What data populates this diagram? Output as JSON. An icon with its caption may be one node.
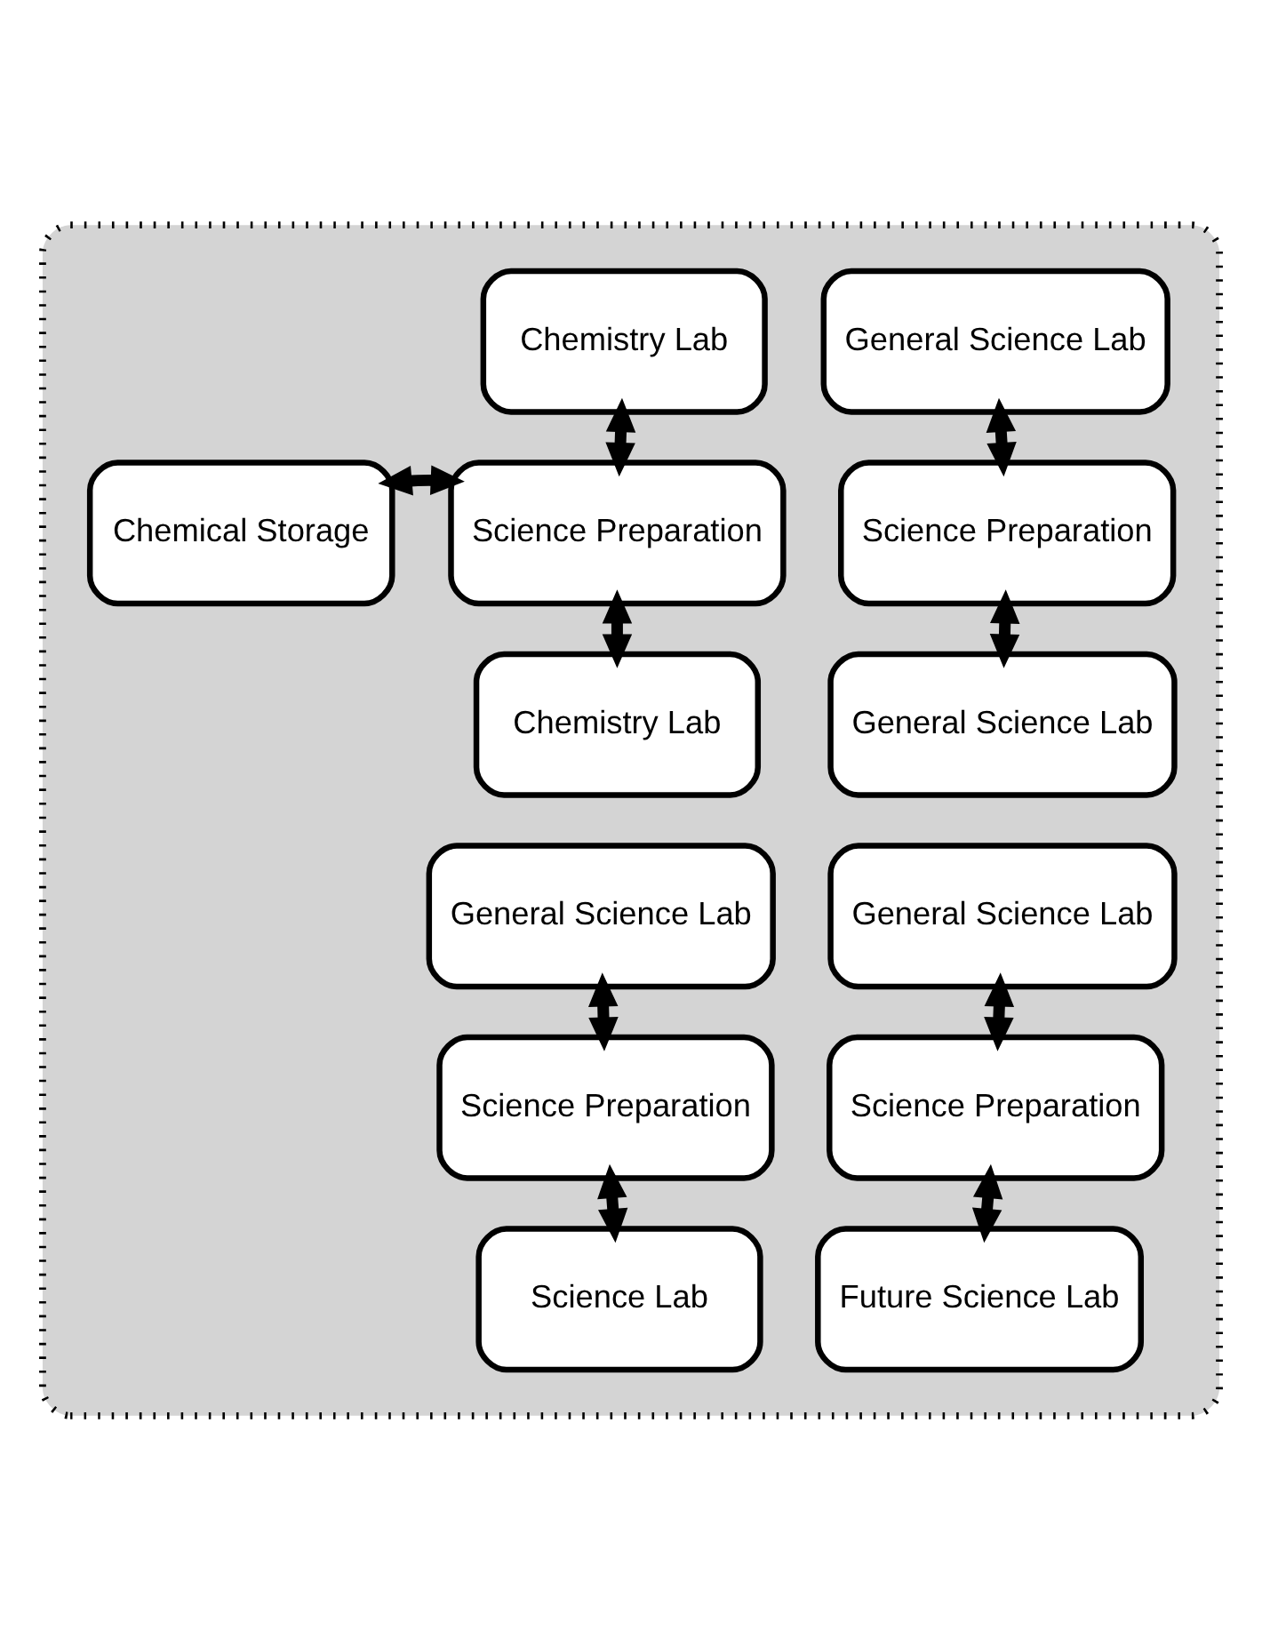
{
  "diagram": {
    "nodes": [
      {
        "text": [],
        "shape": "box"
      },
      {
        "text": [
          "Chemistry Lab"
        ],
        "in": 0
      },
      {
        "text": [
          "Chemical Storage"
        ],
        "in": 0
      },
      {
        "text": [
          "Science Preparation"
        ],
        "in": 0
      },
      {
        "text": [
          "Chemistry Lab"
        ],
        "in": 0
      },
      {
        "text": [
          "General Science Lab"
        ],
        "in": 0
      },
      {
        "text": [
          "Science Preparation"
        ],
        "in": 0
      },
      {
        "text": [
          "General Science Lab"
        ],
        "in": 0
      },
      {
        "text": [
          "General Science Lab"
        ],
        "in": 0
      },
      {
        "text": [
          "Science Preparation"
        ],
        "in": 0
      },
      {
        "text": [
          "Science Lab"
        ],
        "in": 0
      },
      {
        "text": [
          "General Science Lab"
        ],
        "in": 0
      },
      {
        "text": [
          "Science Preparation"
        ],
        "in": 0
      },
      {
        "text": [
          "Future Science Lab"
        ],
        "in": 0
      }
    ],
    "edges": [
      {
        "from": 1,
        "to": 3,
        "arrow": "both"
      },
      {
        "from": 3,
        "to": 2,
        "arrow": "both"
      },
      {
        "from": 3,
        "to": 4,
        "arrow": "both"
      },
      {
        "from": 5,
        "to": 6,
        "arrow": "both"
      },
      {
        "from": 6,
        "to": 7,
        "arrow": "both"
      },
      {
        "from": 8,
        "to": 9,
        "arrow": "both"
      },
      {
        "from": 9,
        "to": 10,
        "arrow": "both"
      },
      {
        "from": 11,
        "to": 12,
        "arrow": "both"
      },
      {
        "from": 12,
        "to": 13,
        "arrow": "both"
      }
    ]
  }
}
